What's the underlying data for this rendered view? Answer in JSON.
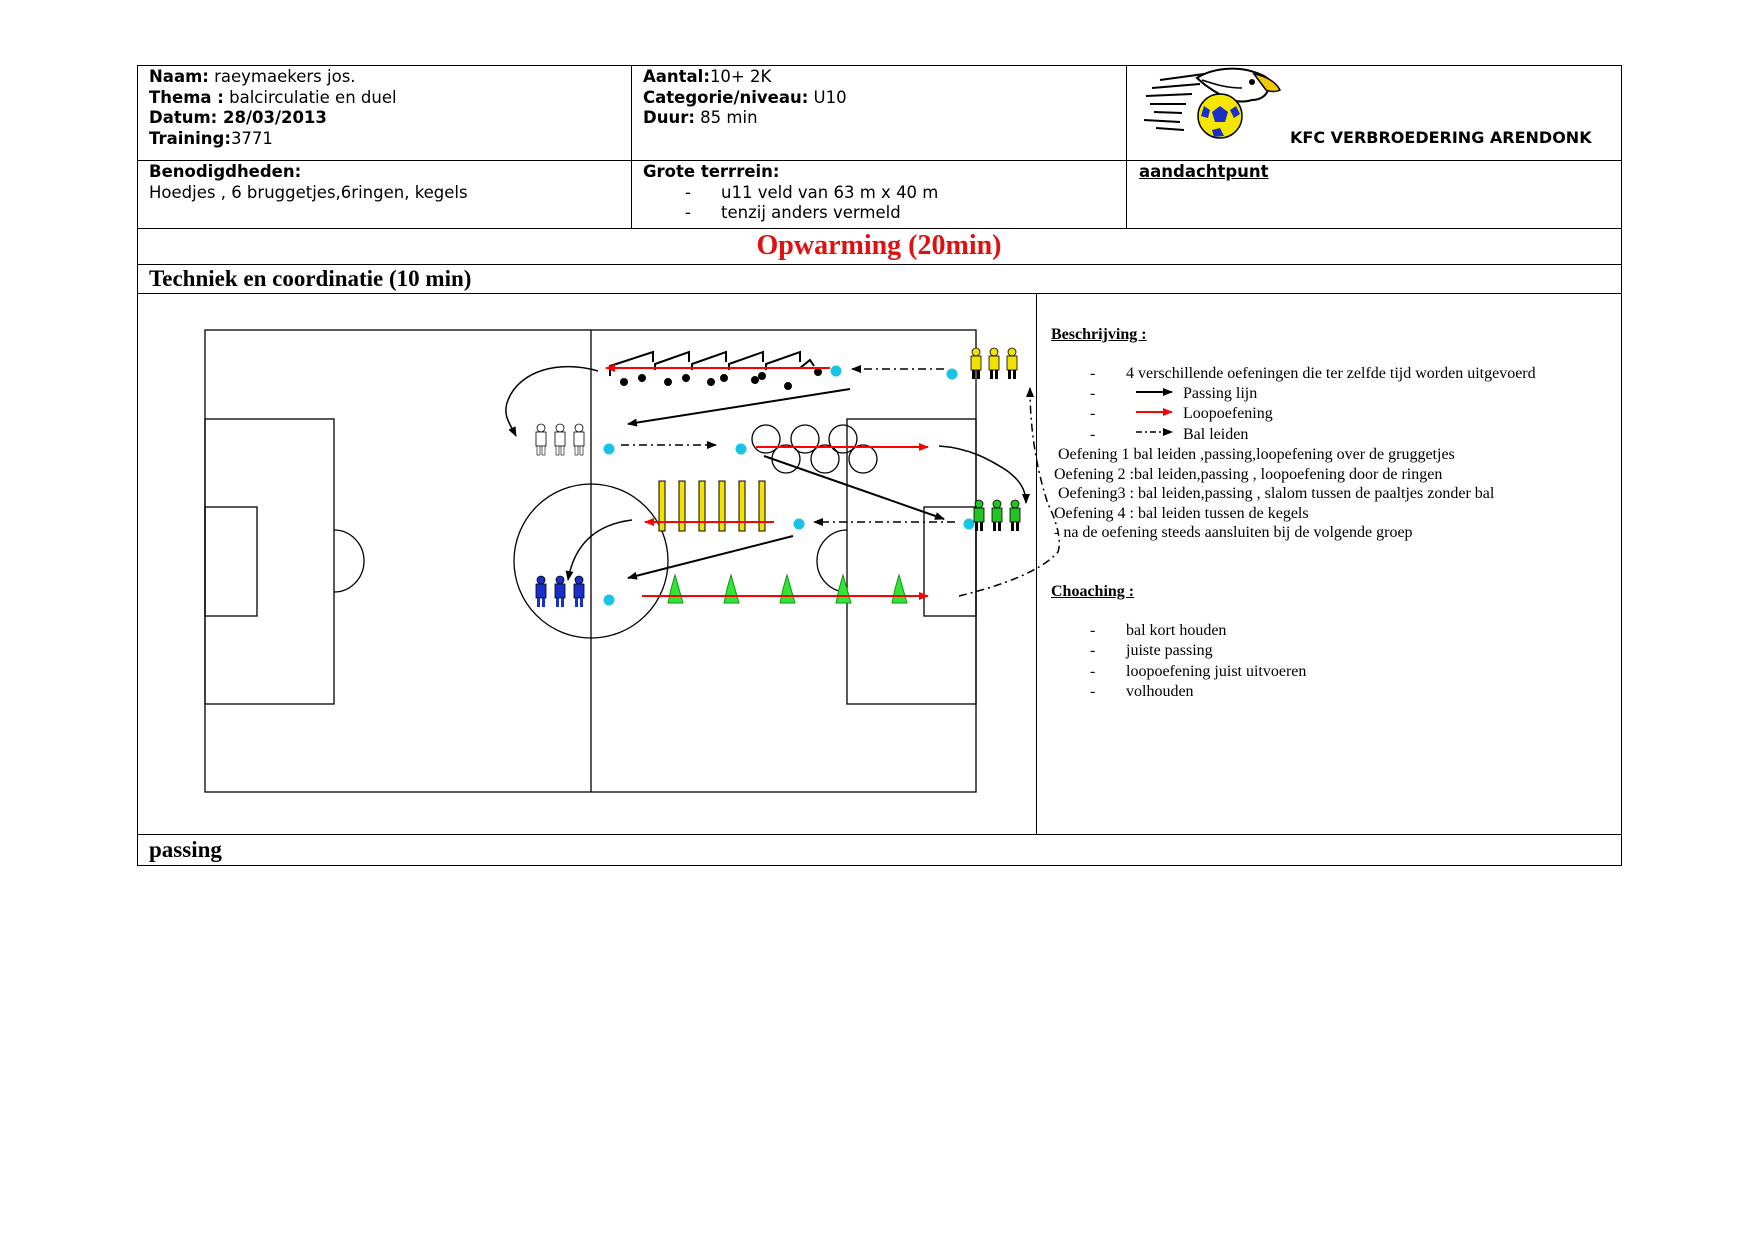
{
  "header": {
    "name_label": "Naam:",
    "name_value": " raeymaekers jos.",
    "theme_label": "Thema :",
    "theme_value": " balcirculatie en duel",
    "date_label": "Datum: 28/03/2013",
    "training_label": "Training:",
    "training_value": "3771",
    "count_label": "Aantal:",
    "count_value": "10+ 2K",
    "category_label": "Categorie/niveau:",
    "category_value": " U10",
    "duration_label": "Duur:",
    "duration_value": " 85 min",
    "club_name": "KFC VERBROEDERING ARENDONK"
  },
  "materials": {
    "label": "Benodigdheden:",
    "value": "Hoedjes , 6 bruggetjes,6ringen, kegels"
  },
  "field": {
    "label": "Grote terrrein:",
    "items": [
      "u11 veld van 63 m x 40 m",
      "tenzij anders vermeld"
    ]
  },
  "attention": {
    "label": "aandachtpunt"
  },
  "warmup_title": "Opwarming (20min)",
  "section1_title": "Techniek en coordinatie (10 min)",
  "section2_title": "passing",
  "description": {
    "heading": "Beschrijving :",
    "line1": "4 verschillende oefeningen die ter zelfde tijd worden uitgevoerd",
    "legend_passing": "Passing lijn",
    "legend_run": "Loopoefening",
    "legend_dribble": "Bal leiden",
    "ex1": "Oefening 1 bal leiden ,passing,loopefening over de gruggetjes",
    "ex2": "Oefening 2 :bal leiden,passing , loopoefening door de ringen",
    "ex3": "Oefening3 : bal leiden,passing , slalom tussen de paaltjes zonder bal",
    "ex4": "Oefening 4 : bal leiden tussen de kegels",
    "ex5": "- na de oefening steeds aansluiten bij de volgende groep"
  },
  "coaching": {
    "heading": "Choaching :",
    "items": [
      "bal kort houden",
      "juiste passing",
      "loopoefening juist uitvoeren",
      "volhouden"
    ]
  },
  "colors": {
    "title_red": "#e01010",
    "arrow_red": "#ff0000",
    "ball_blue": "#19c3e6",
    "player_yellow": "#f2e000",
    "player_green": "#22c322",
    "player_blue": "#1a2fc8",
    "cone_green": "#33e633"
  }
}
